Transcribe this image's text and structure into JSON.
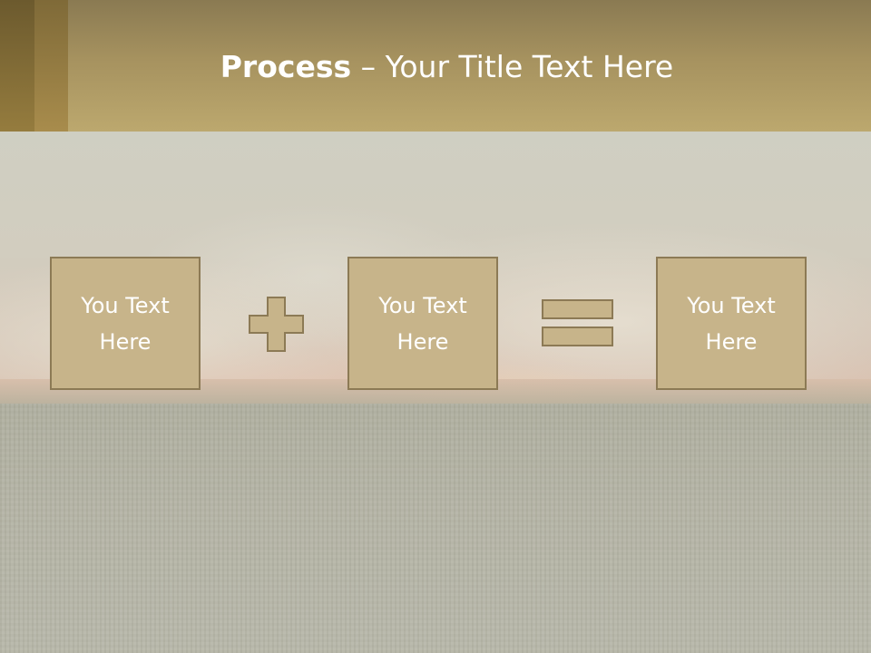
{
  "title": {
    "bold": "Process",
    "rest": " – Your Title Text Here"
  },
  "boxes": [
    {
      "label": "You Text Here"
    },
    {
      "label": "You Text Here"
    },
    {
      "label": "You Text Here"
    }
  ],
  "operators": {
    "first": "plus-icon",
    "second": "equals-icon"
  },
  "colors": {
    "title_band": "#b09a63",
    "box_fill": "#c7b48a",
    "box_border": "#8c7a55",
    "text": "#ffffff"
  }
}
